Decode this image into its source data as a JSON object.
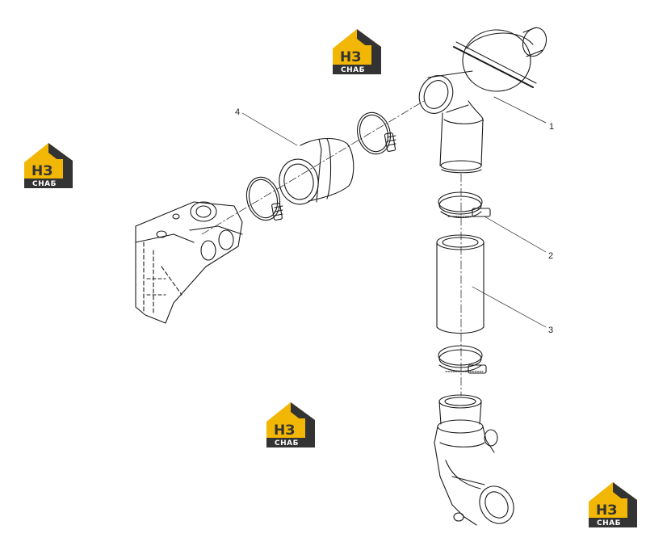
{
  "callouts": [
    {
      "id": "1",
      "label": "1"
    },
    {
      "id": "2",
      "label": "2"
    },
    {
      "id": "3",
      "label": "3"
    },
    {
      "id": "4",
      "label": "4"
    }
  ],
  "watermark": {
    "top": "НЗ",
    "bottom": "СНАБ",
    "colors": {
      "yellow": "#f2b705",
      "dark": "#333333",
      "mid": "#6e6e6e"
    }
  }
}
